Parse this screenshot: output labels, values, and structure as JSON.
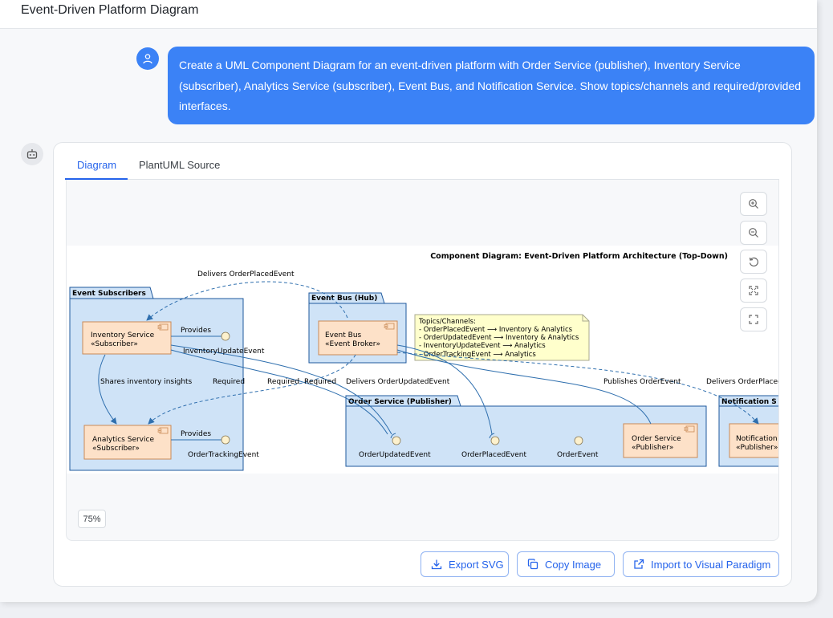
{
  "window": {
    "title": "Event-Driven Platform Diagram"
  },
  "user_message": "Create a UML Component Diagram for an event-driven platform with Order Service (publisher), Inventory Service (subscriber), Analytics Service (subscriber), Event Bus, and Notification Service. Show topics/channels and required/provided interfaces.",
  "tabs": [
    {
      "label": "Diagram"
    },
    {
      "label": "PlantUML Source"
    }
  ],
  "zoom": {
    "level": "75%"
  },
  "actions": {
    "export_svg": "Export SVG",
    "copy_image": "Copy Image",
    "import_vp": "Import to Visual Paradigm"
  },
  "diagram": {
    "title": "Component Diagram: Event-Driven Platform Architecture (Top-Down)",
    "packages": {
      "subscribers": "Event Subscribers",
      "bus": "Event Bus (Hub)",
      "order": "Order Service (Publisher)",
      "notification": "Notification S"
    },
    "components": {
      "inventory": {
        "name": "Inventory Service",
        "stereotype": "«Subscriber»"
      },
      "analytics": {
        "name": "Analytics Service",
        "stereotype": "«Subscriber»"
      },
      "bus": {
        "name": "Event Bus",
        "stereotype": "«Event Broker»"
      },
      "order": {
        "name": "Order Service",
        "stereotype": "«Publisher»"
      },
      "notification": {
        "name": "Notification",
        "stereotype": "«Publisher»"
      }
    },
    "interfaces": {
      "inventory_update": "InventoryUpdateEvent",
      "order_tracking": "OrderTrackingEvent",
      "order_updated": "OrderUpdatedEvent",
      "order_placed": "OrderPlacedEvent",
      "order_event": "OrderEvent"
    },
    "note": {
      "heading": "Topics/Channels:",
      "lines": [
        "- OrderPlacedEvent ⟶ Inventory & Analytics",
        "- OrderUpdatedEvent ⟶ Inventory & Analytics",
        "- InventoryUpdateEvent ⟶ Analytics",
        "- OrderTrackingEvent ⟶ Analytics"
      ]
    },
    "labels": {
      "delivers_placed": "Delivers OrderPlacedEvent",
      "provides_1": "Provides",
      "provides_2": "Provides",
      "shares": "Shares inventory insights",
      "required_1": "Required",
      "required_2": "Required",
      "required_3": "Required",
      "delivers_updated": "Delivers OrderUpdatedEvent",
      "publishes": "Publishes OrderEvent",
      "delivers_placed_2": "Delivers OrderPlaced"
    }
  }
}
